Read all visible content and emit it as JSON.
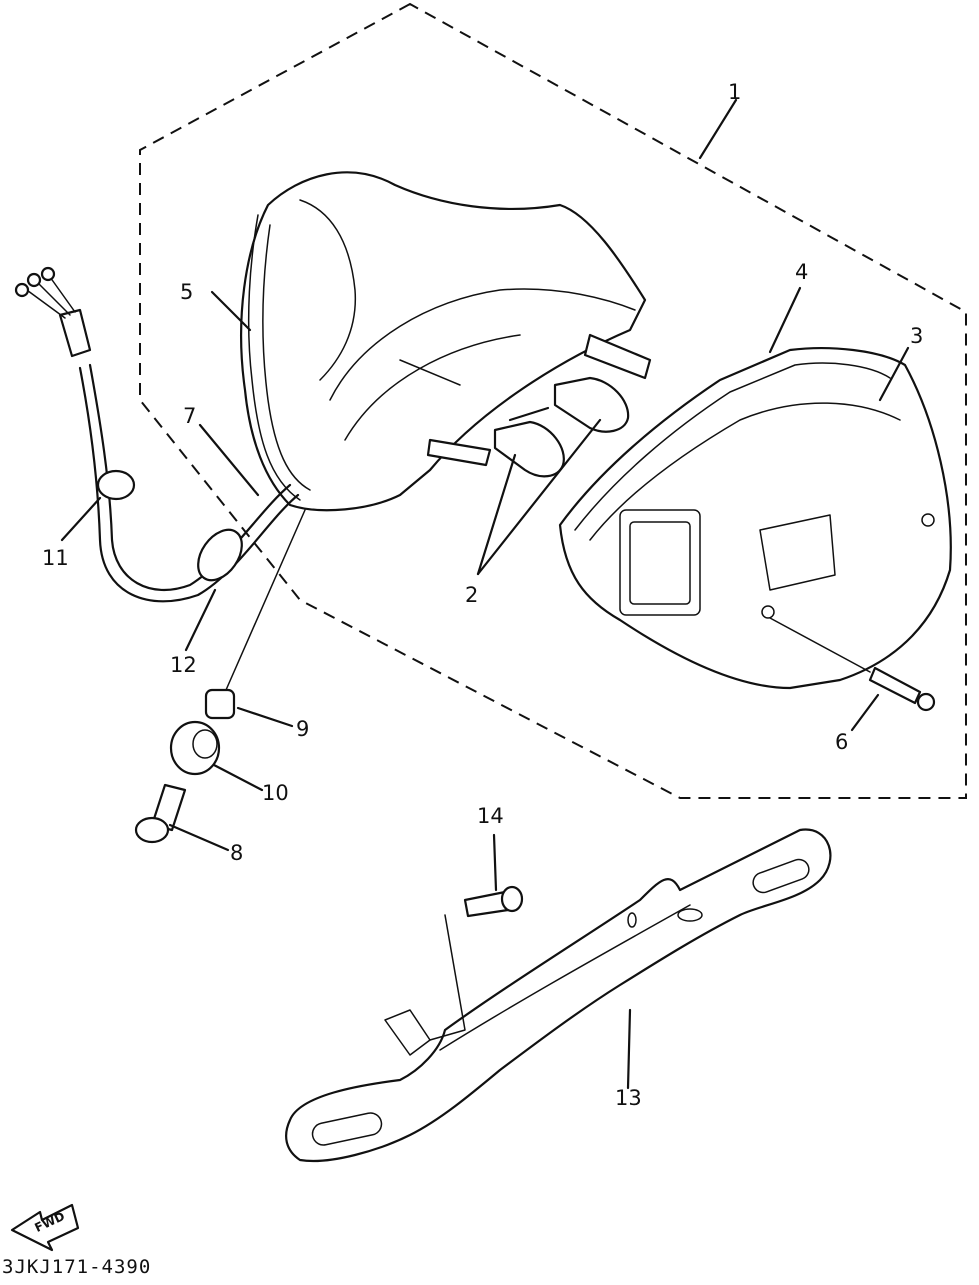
{
  "diagram_code": "3JKJ171-4390",
  "fwd_label": "FWD",
  "callouts": {
    "c1": "1",
    "c2": "2",
    "c3": "3",
    "c4": "4",
    "c5": "5",
    "c6": "6",
    "c7": "7",
    "c8": "8",
    "c9": "9",
    "c10": "10",
    "c11": "11",
    "c12": "12",
    "c13": "13",
    "c14": "14"
  },
  "icons": {
    "fwd_arrow": "fwd-arrow-icon"
  }
}
